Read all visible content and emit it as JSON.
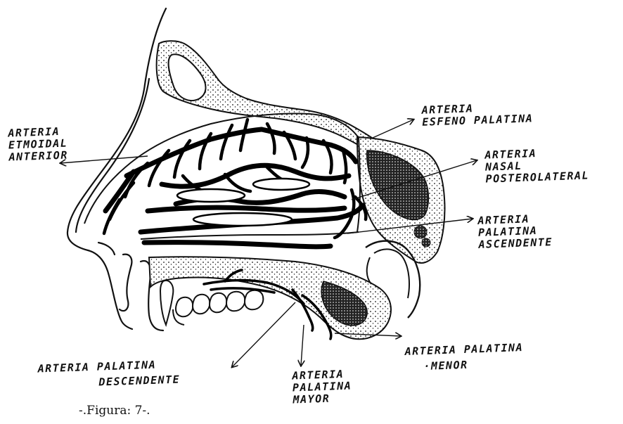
{
  "labels": {
    "etmoidal": [
      "ARTERIA",
      "ETMOIDAL",
      "ANTERIOR"
    ],
    "esfeno": [
      "ARTERIA",
      "ESFENO PALATINA"
    ],
    "nasal": [
      "ARTERIA",
      "NASAL",
      "POSTEROLATERAL"
    ],
    "ascendente": [
      "ARTERIA",
      "PALATINA",
      "ASCENDENTE"
    ],
    "descendente": [
      "ARTERIA PALATINA",
      "DESCENDENTE"
    ],
    "mayor": [
      "ARTERIA",
      "PALATINA",
      "MAYOR"
    ],
    "menor": [
      "ARTERIA PALATINA",
      "·MENOR"
    ]
  },
  "caption": "-.Figura: 7-."
}
